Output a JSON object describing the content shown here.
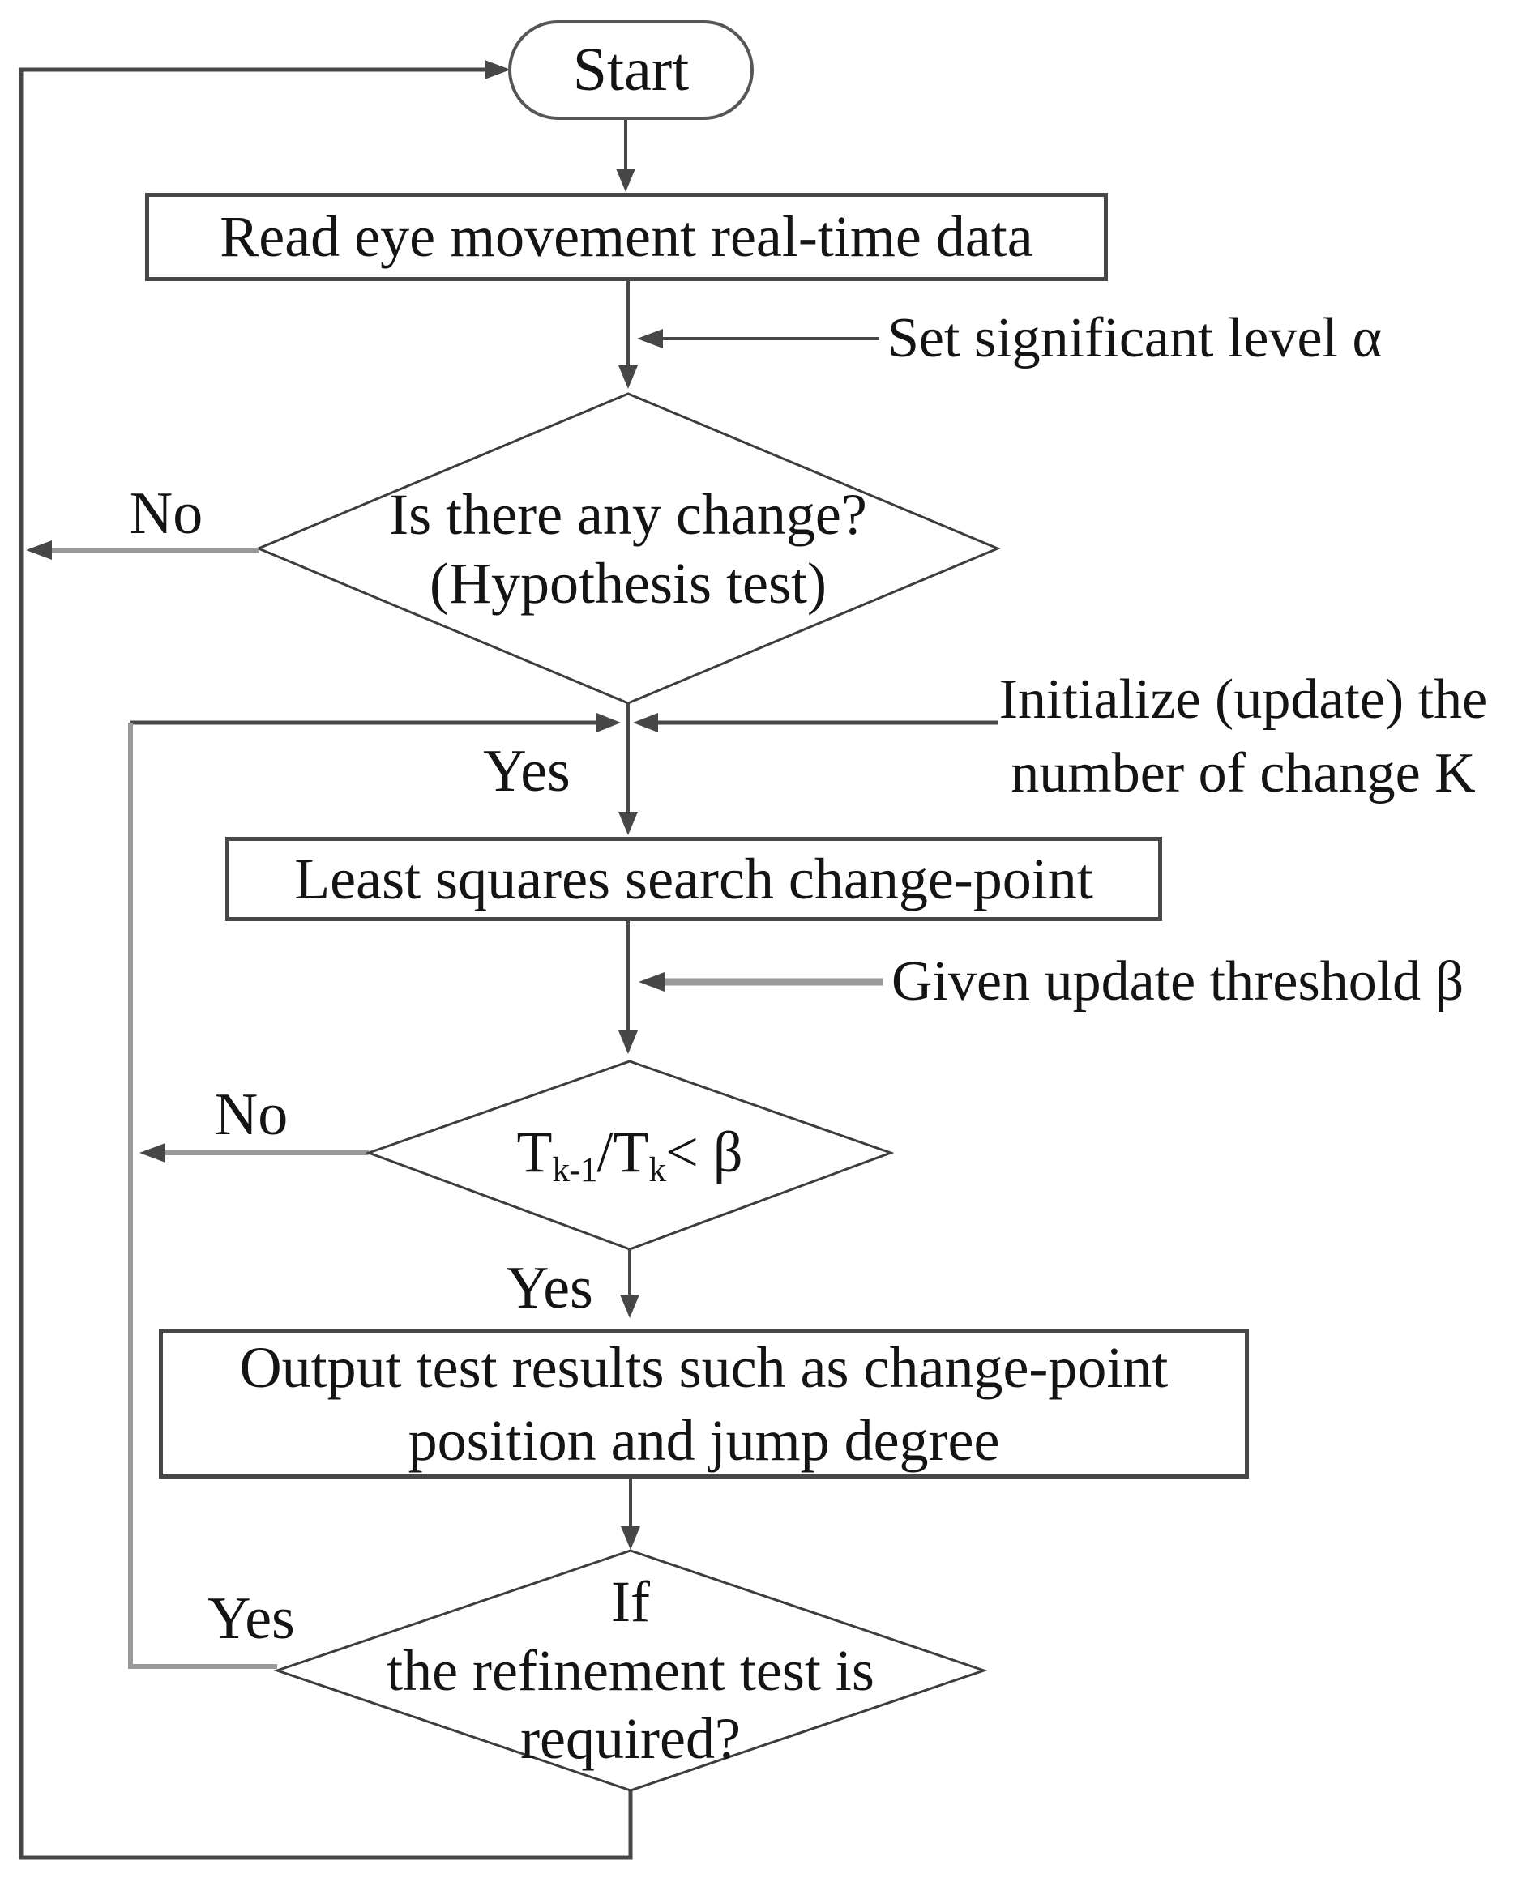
{
  "flowchart": {
    "nodes": {
      "start": {
        "label": "Start"
      },
      "read_data": {
        "label": "Read eye movement real-time data"
      },
      "change_decision": {
        "line1": "Is there any change?",
        "line2": "(Hypothesis test)"
      },
      "least_squares": {
        "label": "Least squares search change-point"
      },
      "threshold_decision": {
        "base1": "T",
        "sub1": "k-1",
        "base2": "/T",
        "sub2": "k",
        "tail": "< β"
      },
      "output_results": {
        "line1": "Output test results such as change-point",
        "line2": "position and jump degree"
      },
      "refinement_decision": {
        "line1": "If",
        "line2": "the refinement test is",
        "line3": "required?"
      }
    },
    "annotations": {
      "set_significance": "Set significant level α",
      "initialize": {
        "line1": "Initialize (update) the",
        "line2": "number of change K"
      },
      "update_threshold": "Given update threshold β"
    },
    "edge_labels": {
      "change_no": "No",
      "change_yes": "Yes",
      "threshold_no": "No",
      "threshold_yes": "Yes",
      "refinement_yes": "Yes"
    },
    "colors": {
      "line_dark": "#474747",
      "line_gray": "#9a9a9a",
      "border": "#474747",
      "diamond_stroke": "#3d3d3d",
      "text": "#141414",
      "background": "#ffffff"
    }
  }
}
